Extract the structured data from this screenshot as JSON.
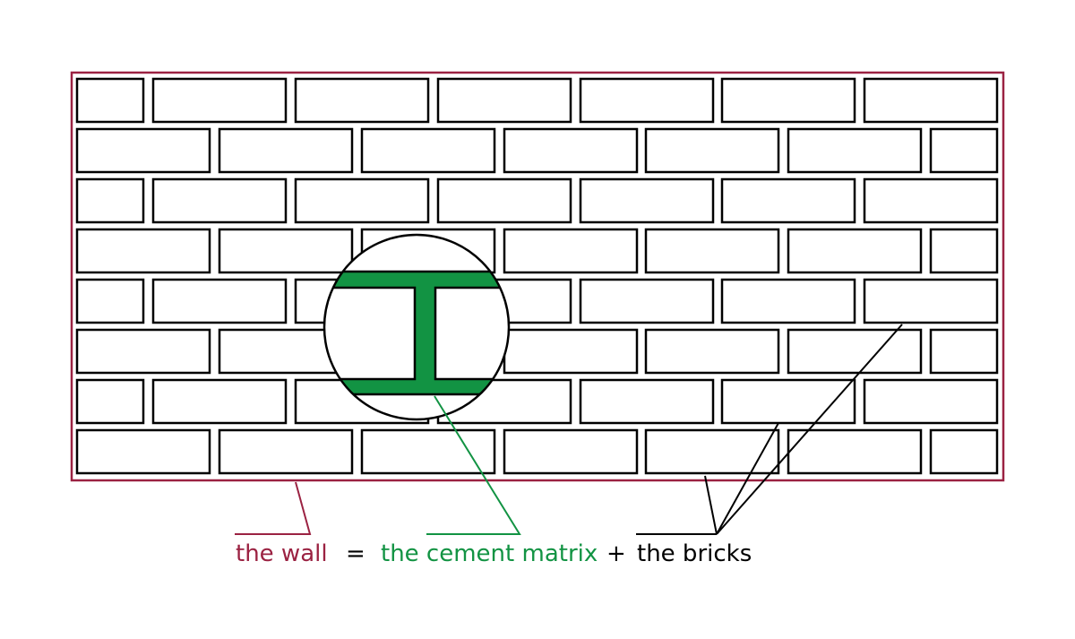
{
  "labels": {
    "wall": "the wall",
    "equals": "=",
    "cement": "the cement matrix",
    "plus": "+",
    "bricks": "the bricks"
  },
  "colors": {
    "wall": "#9b2242",
    "cement": "#129343",
    "bricks": "#000000",
    "brick_fill": "#ffffff"
  },
  "wall_structure": {
    "courses": 8,
    "course_pattern": [
      "half-start",
      "full-start",
      "half-start",
      "full-start",
      "half-start",
      "full-start",
      "half-start",
      "full-start"
    ],
    "bricks_per_course": 7
  }
}
